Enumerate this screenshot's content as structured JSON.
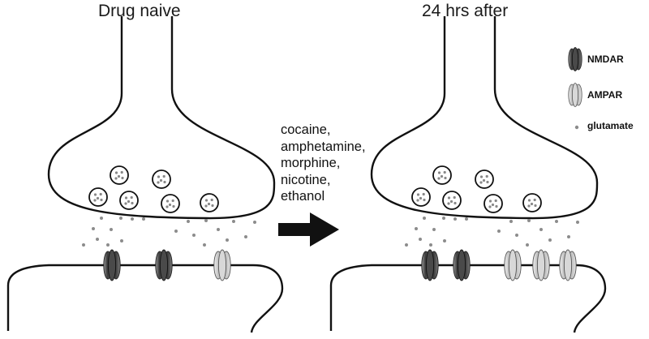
{
  "panels": {
    "left_title": "Drug naive",
    "right_title": "24 hrs after"
  },
  "drugs": [
    "cocaine,",
    "amphetamine,",
    "morphine,",
    "nicotine,",
    "ethanol"
  ],
  "legend": {
    "nmdar": "NMDAR",
    "ampar": "AMPAR",
    "glutamate": "glutamate"
  },
  "colors": {
    "nmdar_dark": "#3a3a3a",
    "nmdar_mid": "#8a8a8a",
    "ampar_light": "#d4d4d4",
    "ampar_mid": "#b0b0b0",
    "glutamate_dot": "#8c8c8c",
    "outline": "#111111"
  }
}
